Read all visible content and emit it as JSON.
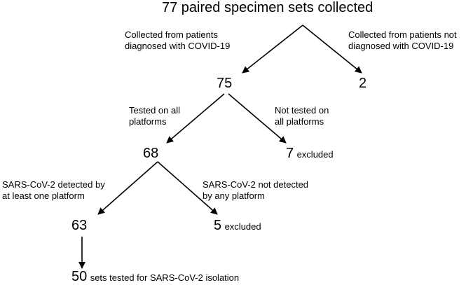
{
  "nodes": {
    "root": "77 paired specimen sets collected",
    "diagnosed": "75",
    "not_diagnosed": "2",
    "tested": "68",
    "not_tested_count": "7",
    "not_tested_suffix": "excluded",
    "detected": "63",
    "not_detected_count": "5",
    "not_detected_suffix": "excluded",
    "isolation_count": "50",
    "isolation_suffix": "sets tested for SARS-CoV-2 isolation"
  },
  "edges": {
    "diagnosed_line1": "Collected from patients",
    "diagnosed_line2": "diagnosed with COVID-19",
    "not_diagnosed_line1": "Collected from patients not",
    "not_diagnosed_line2": "diagnosed with COVID-19",
    "tested_line1": "Tested on all",
    "tested_line2": "platforms",
    "not_tested_line1": "Not tested on",
    "not_tested_line2": "all platforms",
    "detected_line1": "SARS-CoV-2 detected by",
    "detected_line2": "at least one platform",
    "not_detected_line1": "SARS-CoV-2 not detected",
    "not_detected_line2": "by any platform"
  }
}
